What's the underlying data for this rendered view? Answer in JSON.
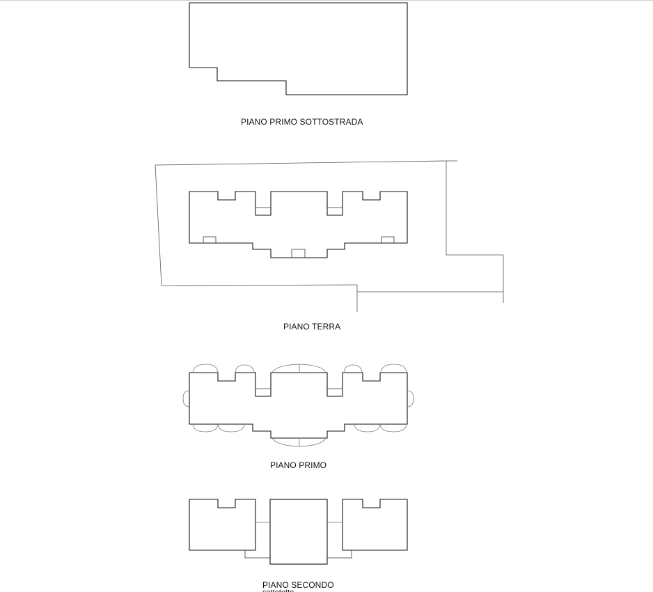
{
  "floors": {
    "basement": {
      "label": "PIANO PRIMO SOTTOSTRADA"
    },
    "ground": {
      "label": "PIANO TERRA"
    },
    "first": {
      "label": "PIANO PRIMO"
    },
    "second": {
      "label": "PIANO SECONDO",
      "sublabel": "sottotetto"
    }
  },
  "colors": {
    "line": "#111111",
    "site_line": "#555555",
    "background": "#ffffff"
  }
}
